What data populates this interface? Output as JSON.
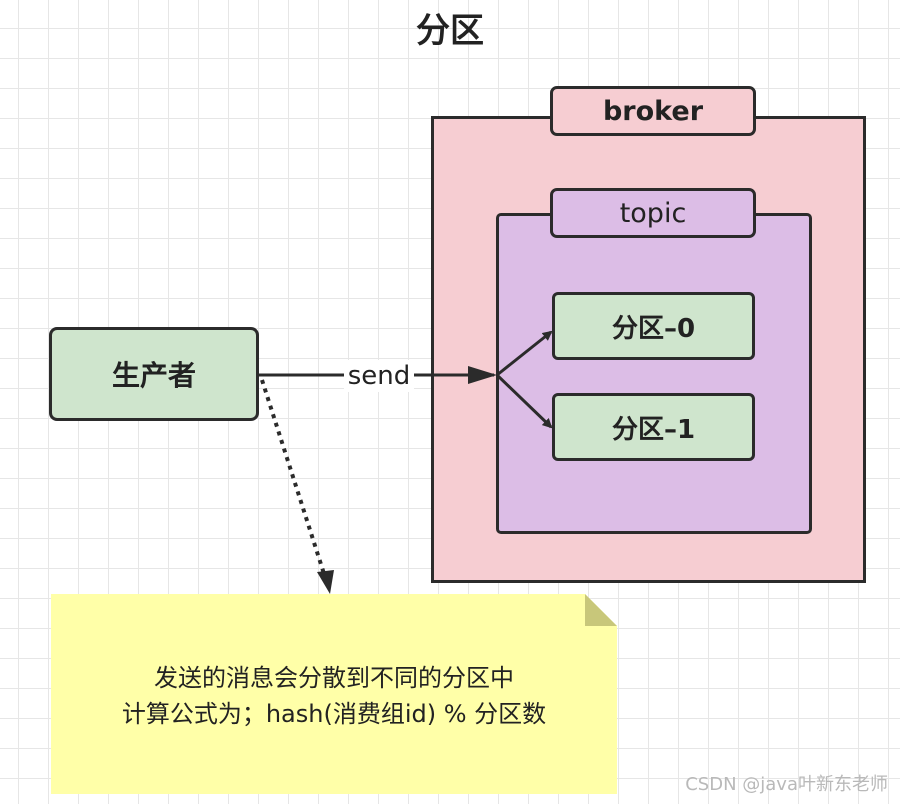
{
  "title": "分区",
  "broker": {
    "label": "broker"
  },
  "topic": {
    "label": "topic"
  },
  "partitions": [
    "分区–0",
    "分区–1"
  ],
  "producer": {
    "label": "生产者"
  },
  "edge": {
    "label": "send"
  },
  "note": {
    "lines": [
      "发送的消息会分散到不同的分区中",
      "计算公式为；hash(消费组id) % 分区数"
    ]
  },
  "watermark": "CSDN @java叶新东老师",
  "colors": {
    "broker": "#f6cdd2",
    "topic": "#dcbde6",
    "node": "#cfe5cd",
    "note": "#ffffa8"
  }
}
